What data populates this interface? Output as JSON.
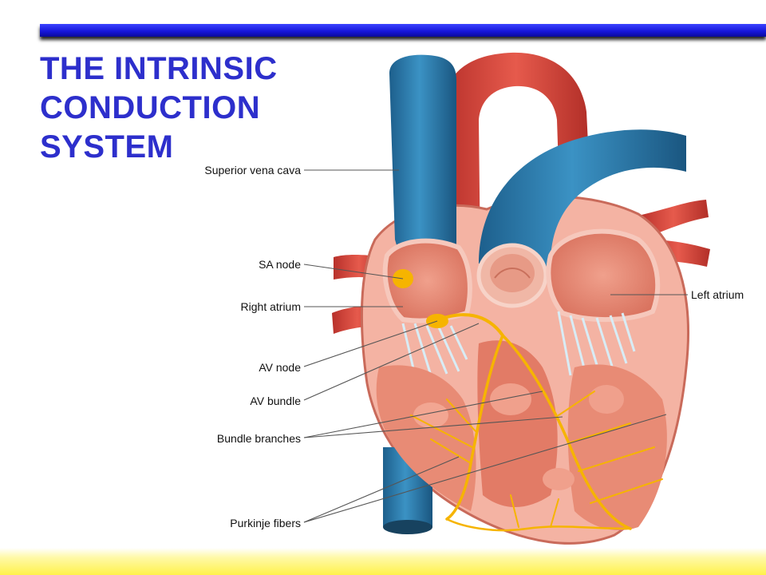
{
  "slide": {
    "title_lines": [
      "THE INTRINSIC",
      "CONDUCTION",
      "SYSTEM"
    ]
  },
  "labels": {
    "superior_vena_cava": "Superior vena cava",
    "sa_node": "SA node",
    "right_atrium": "Right atrium",
    "av_node": "AV node",
    "av_bundle": "AV bundle",
    "bundle_branches": "Bundle branches",
    "purkinje_fibers": "Purkinje fibers",
    "left_atrium": "Left atrium"
  },
  "colors": {
    "title": "#2d2fcc",
    "top_bar": "#1515d8",
    "bottom_band": "#fff24a",
    "vessel_blue": "#2f7fb0",
    "heart_red": "#d9473d",
    "myocardium_pink": "#f4b3a3",
    "chamber_muscle": "#e88b75",
    "conduction_yellow": "#f6b400"
  }
}
